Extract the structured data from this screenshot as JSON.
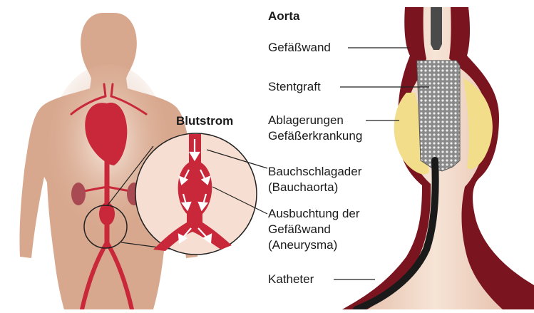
{
  "labels": {
    "aorta": "Aorta",
    "vessel_wall": "Gefäßwand",
    "stentgraft": "Stentgraft",
    "deposits_line1": "Ablagerungen",
    "deposits_line2": "Gefäßerkrankung",
    "blood_flow": "Blutstrom",
    "abdominal_artery_line1": "Bauchschlagader",
    "abdominal_artery_line2": "(Bauchaorta)",
    "bulge_line1": "Ausbuchtung der",
    "bulge_line2": "Gefäßwand",
    "bulge_line3": "(Aneurysma)",
    "catheter": "Katheter"
  },
  "colors": {
    "skin": "#d8a88e",
    "glow": "#f7e6dc",
    "artery": "#c8283a",
    "vessel_wall": "#7a1520",
    "lumen": "#f2d9c6",
    "deposit": "#f2de8a",
    "stent": "#9a9a9a",
    "catheter": "#1a1a1a",
    "leader_line": "#222222"
  }
}
